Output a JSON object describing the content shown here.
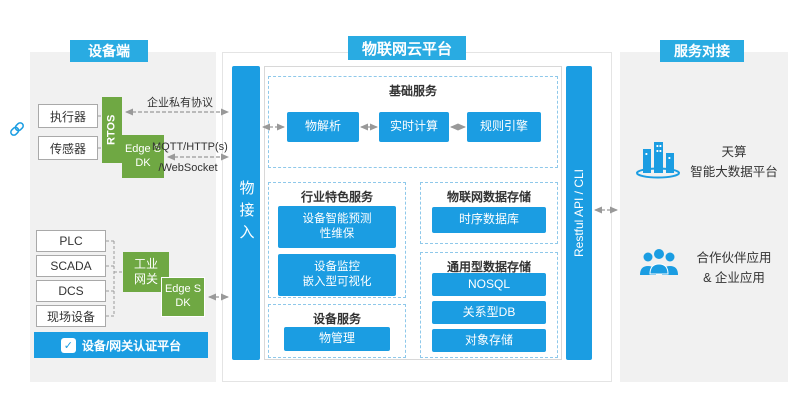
{
  "colors": {
    "header_blue": "#29ABE2",
    "box_blue": "#1B9DE2",
    "green": "#6FA843",
    "panel_gray": "#F1F1F1"
  },
  "headers": {
    "device_side": "设备端",
    "iot_platform": "物联网云平台",
    "service_integration": "服务对接"
  },
  "device_panel": {
    "actuator": "执行器",
    "sensor": "传感器",
    "rtos": "RTOS",
    "edge_sdk_top": "Edge SDK",
    "private_protocol_label": "企业私有协议",
    "mqtt_label": "MQTT/HTTP(s)",
    "websocket_label": "/WebSocket",
    "plc": "PLC",
    "scada": "SCADA",
    "dcs": "DCS",
    "field_device": "现场设备",
    "industrial_gateway": "工业网关",
    "edge_sdk_bottom": "Edge SDK",
    "auth_platform": "设备/网关认证平台"
  },
  "cloud_platform": {
    "thing_access": "物接入",
    "restful_api": "Restful API / CLI",
    "basic_services": {
      "title": "基础服务",
      "items": [
        "物解析",
        "实时计算",
        "规则引擎"
      ]
    },
    "industry_services": {
      "title": "行业特色服务",
      "items": [
        "设备智能预测\n性维保",
        "设备监控\n嵌入型可视化"
      ]
    },
    "device_services": {
      "title": "设备服务",
      "items": [
        "物管理"
      ]
    },
    "iot_storage": {
      "title": "物联网数据存储",
      "items": [
        "时序数据库"
      ]
    },
    "general_storage": {
      "title": "通用型数据存储",
      "items": [
        "NOSQL",
        "关系型DB",
        "对象存储"
      ]
    }
  },
  "service_panel": {
    "bigdata_platform": "天算\n智能大数据平台",
    "partner_apps": "合作伙伴应用\n& 企业应用"
  }
}
